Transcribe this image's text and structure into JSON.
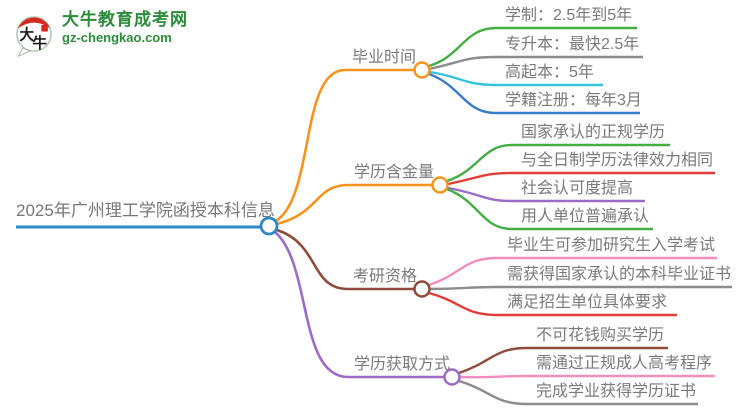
{
  "logo": {
    "icon_char_1": "大",
    "icon_char_2": "牛",
    "title": "大牛教育成考网",
    "subtitle": "gz-chengkao.com",
    "brand_color": "#2E8B3A"
  },
  "mindmap": {
    "central": {
      "label": "2025年广州理工学院函授本科信息",
      "color": "#2E88C6"
    },
    "branches": [
      {
        "label": "毕业时间",
        "color": "#F7941D",
        "children": [
          {
            "label": "学制：2.5年到5年",
            "color": "#46AD45"
          },
          {
            "label": "专升本：最快2.5年",
            "color": "#8C8C8C"
          },
          {
            "label": "高起本：5年",
            "color": "#36C2DE"
          },
          {
            "label": "学籍注册：每年3月",
            "color": "#3A7DC6"
          }
        ]
      },
      {
        "label": "学历含金量",
        "color": "#F7941D",
        "children": [
          {
            "label": "国家承认的正规学历",
            "color": "#46AD45"
          },
          {
            "label": "与全日制学历法律效力相同",
            "color": "#E23C38"
          },
          {
            "label": "社会认可度提高",
            "color": "#9B6BC7"
          },
          {
            "label": "用人单位普遍承认",
            "color": "#46AD45"
          }
        ]
      },
      {
        "label": "考研资格",
        "color": "#8F4C3B",
        "children": [
          {
            "label": "毕业生可参加研究生入学考试",
            "color": "#F18EC0"
          },
          {
            "label": "需获得国家承认的本科毕业证书",
            "color": "#8C8C8C"
          },
          {
            "label": "满足招生单位具体要求",
            "color": "#E23C38"
          }
        ]
      },
      {
        "label": "学历获取方式",
        "color": "#9B6BC7",
        "children": [
          {
            "label": "不可花钱购买学历",
            "color": "#8F4C3B"
          },
          {
            "label": "需通过正规成人高考程序",
            "color": "#F18EC0"
          },
          {
            "label": "完成学业获得学历证书",
            "color": "#8C8C8C"
          }
        ]
      }
    ]
  }
}
